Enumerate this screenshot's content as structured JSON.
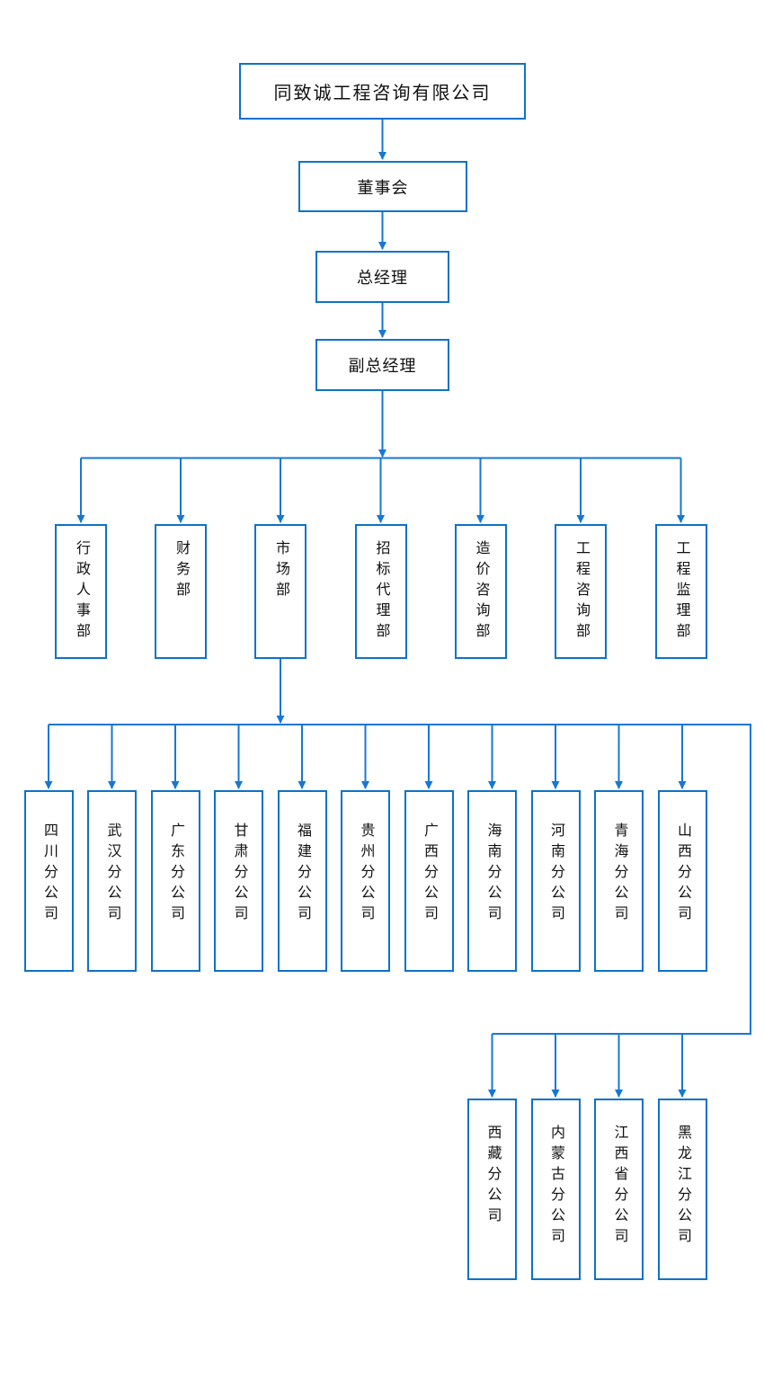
{
  "chart": {
    "root": "同致诚工程咨询有限公司",
    "board": "董事会",
    "general_manager": "总经理",
    "deputy_general_manager": "副总经理",
    "departments": [
      "行政人事部",
      "财务部",
      "市场部",
      "招标代理部",
      "造价咨询部",
      "工程咨询部",
      "工程监理部"
    ],
    "branches": [
      "四川分公司",
      "武汉分公司",
      "广东分公司",
      "甘肃分公司",
      "福建分公司",
      "贵州分公司",
      "广西分公司",
      "海南分公司",
      "河南分公司",
      "青海分公司",
      "山西分公司"
    ],
    "sub_branches": [
      "西藏分公司",
      "内蒙古分公司",
      "江西省分公司",
      "黑龙江分公司"
    ],
    "colors": {
      "box_border": "#0d72c8",
      "connector": "#1777d2",
      "text": "#111111",
      "background": "#ffffff"
    }
  }
}
